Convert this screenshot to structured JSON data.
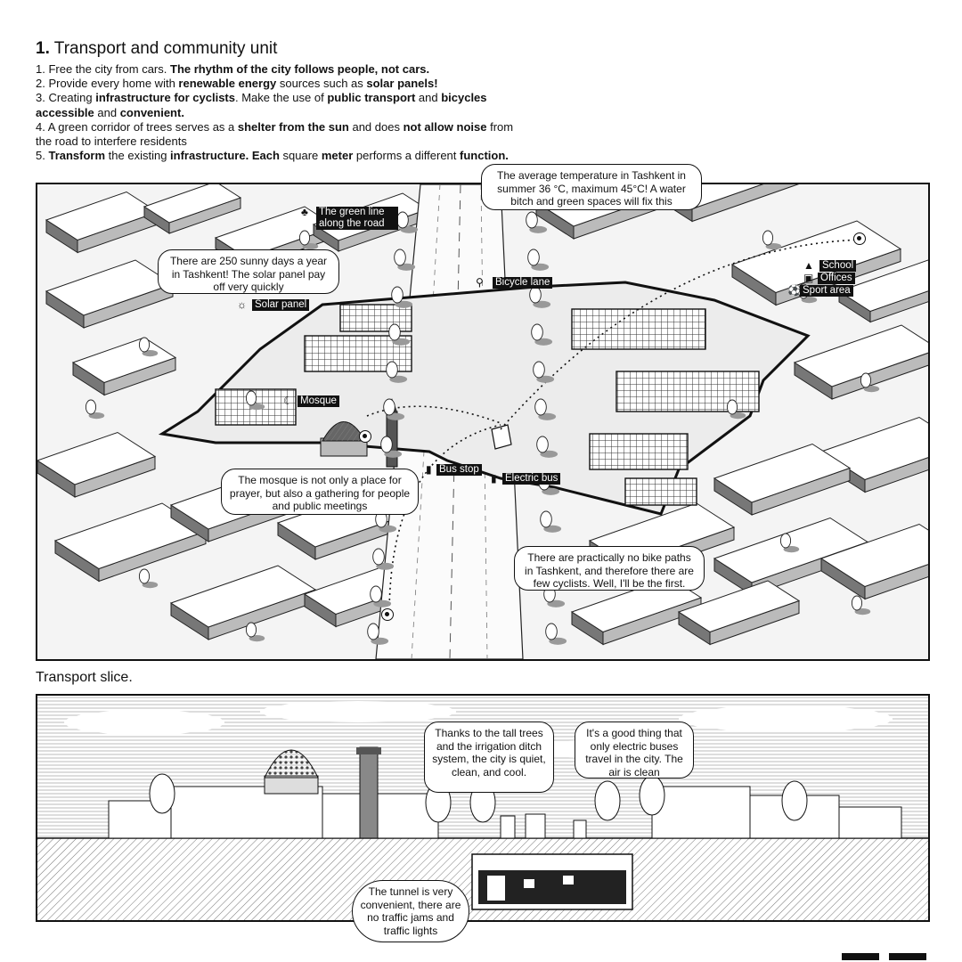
{
  "header": {
    "title_num": "1.",
    "title_text": "Transport and community unit",
    "items": [
      {
        "parts": [
          {
            "t": "1. Free the city from cars. "
          },
          {
            "t": "The rhythm of the city follows people, not cars.",
            "b": true
          }
        ]
      },
      {
        "parts": [
          {
            "t": "2. Provide every home with "
          },
          {
            "t": "renewable energy",
            "b": true
          },
          {
            "t": " sources such as "
          },
          {
            "t": "solar panels!",
            "b": true
          }
        ]
      },
      {
        "parts": [
          {
            "t": "3. Creating "
          },
          {
            "t": "infrastructure for cyclists",
            "b": true
          },
          {
            "t": ". Make the use of "
          },
          {
            "t": "public transport",
            "b": true
          },
          {
            "t": " and "
          },
          {
            "t": "bicycles accessible",
            "b": true
          },
          {
            "t": " and "
          },
          {
            "t": "convenient.",
            "b": true
          }
        ]
      },
      {
        "parts": [
          {
            "t": "4. A green corridor of trees serves as a "
          },
          {
            "t": "shelter from the sun",
            "b": true
          },
          {
            "t": " and does "
          },
          {
            "t": "not allow noise",
            "b": true
          },
          {
            "t": " from the road to interfere residents"
          }
        ]
      },
      {
        "parts": [
          {
            "t": "5. "
          },
          {
            "t": "Transform",
            "b": true
          },
          {
            "t": " the existing "
          },
          {
            "t": "infrastructure.",
            "b": true
          },
          {
            "t": " "
          },
          {
            "t": "Each",
            "b": true
          },
          {
            "t": " square "
          },
          {
            "t": "meter",
            "b": true
          },
          {
            "t": " performs a different "
          },
          {
            "t": "function.",
            "b": true
          }
        ]
      }
    ]
  },
  "axon": {
    "bubbles": {
      "temperature": "The average temperature in Tashkent in summer 36 °C, maximum 45°C! A water bitch and green spaces will fix this",
      "sunny_days": "There are 250 sunny days a year in Tashkent! The solar panel pay off very quickly",
      "mosque": "The mosque is not only a place for prayer, but also a gathering for people and public meetings",
      "bike_paths": "There are practically no bike paths in Tashkent, and therefore there are few cyclists. Well, I'll be the first."
    },
    "labels": {
      "green_line": "The green line along the road",
      "bicycle_lane": "Bicycle lane",
      "school": "School",
      "offices": "Offices",
      "sport_area": "Sport area",
      "solar_panel": "Solar panel",
      "mosque": "Mosque",
      "bus_stop": "Bus stop",
      "electric_bus": "Electric bus"
    },
    "icons": {
      "tree": "tree-icon",
      "bicycle": "bicycle-icon",
      "school": "graduation-cap-icon",
      "offices": "briefcase-icon",
      "sport": "soccer-ball-icon",
      "solar": "solar-panel-icon",
      "mosque": "crescent-icon",
      "bus": "bus-icon"
    }
  },
  "slice": {
    "title": "Transport slice.",
    "bubbles": {
      "trees": "Thanks to the tall trees and the irrigation ditch system, the city is quiet, clean, and cool.",
      "buses": "It's a good thing that only electric buses travel in the city. The air is clean",
      "tunnel": "The tunnel is very convenient, there are no traffic jams and traffic lights"
    }
  }
}
